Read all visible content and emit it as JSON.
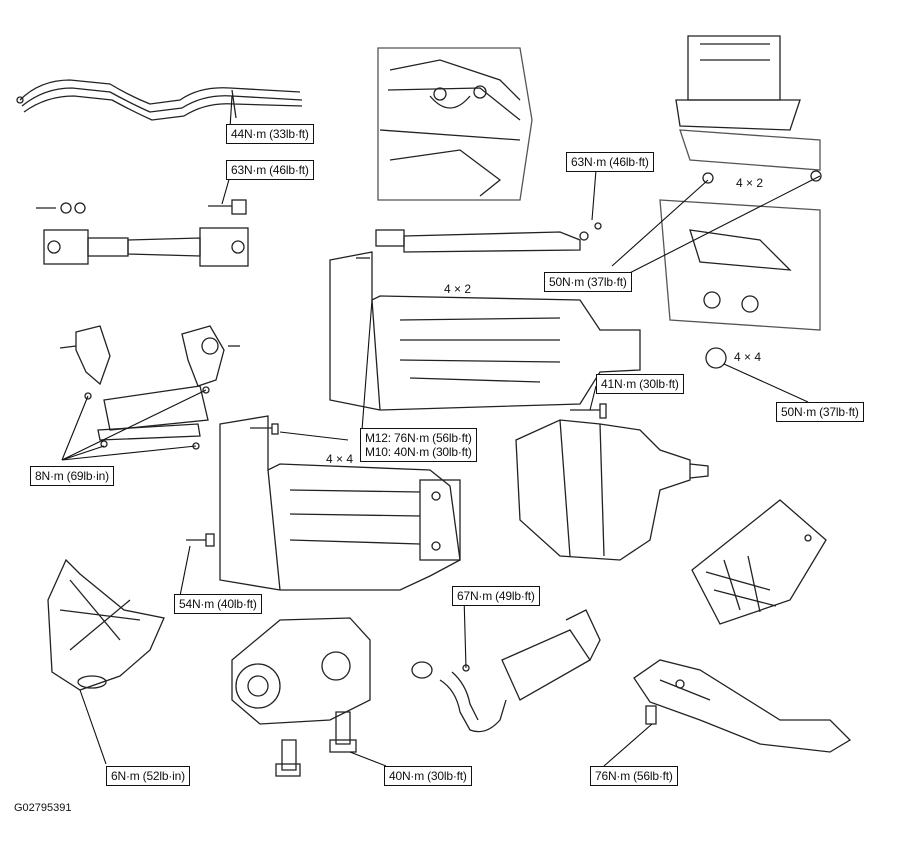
{
  "diagram": {
    "figure_id": "G02795391",
    "torque_callouts": [
      {
        "id": "c1",
        "lines": [
          "44N·m (33lb·ft)"
        ]
      },
      {
        "id": "c2",
        "lines": [
          "63N·m (46lb·ft)"
        ]
      },
      {
        "id": "c3",
        "lines": [
          "63N·m (46lb·ft)"
        ]
      },
      {
        "id": "c4",
        "lines": [
          "50N·m (37lb·ft)"
        ]
      },
      {
        "id": "c5",
        "lines": [
          "41N·m (30lb·ft)"
        ]
      },
      {
        "id": "c6",
        "lines": [
          "50N·m (37lb·ft)"
        ]
      },
      {
        "id": "c7",
        "lines": [
          "M12: 76N·m (56lb·ft)",
          "M10: 40N·m (30lb·ft)"
        ]
      },
      {
        "id": "c8",
        "lines": [
          "8N·m (69lb·in)"
        ]
      },
      {
        "id": "c9",
        "lines": [
          "54N·m (40lb·ft)"
        ]
      },
      {
        "id": "c10",
        "lines": [
          "67N·m (49lb·ft)"
        ]
      },
      {
        "id": "c11",
        "lines": [
          "6N·m (52lb·in)"
        ]
      },
      {
        "id": "c12",
        "lines": [
          "40N·m (30lb·ft)"
        ]
      },
      {
        "id": "c13",
        "lines": [
          "76N·m (56lb·ft)"
        ]
      }
    ],
    "drive_labels": {
      "top_right": "4 × 2",
      "mid_right": "4 × 4",
      "center_top": "4 × 2",
      "center_mid": "4 × 4"
    }
  }
}
